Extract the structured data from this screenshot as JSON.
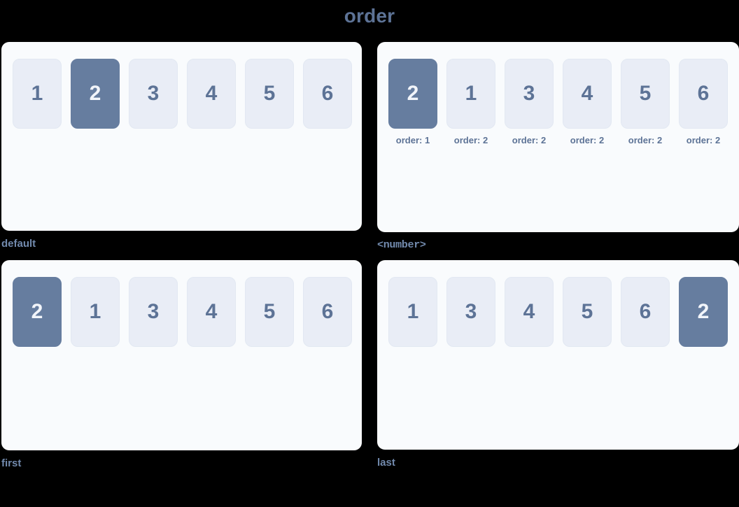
{
  "title": "order",
  "panels": [
    {
      "caption": "default",
      "caption_style": "plain",
      "position": "top-left",
      "show_order_labels": false,
      "items": [
        {
          "label": "1",
          "highlight": false,
          "order_label": ""
        },
        {
          "label": "2",
          "highlight": true,
          "order_label": ""
        },
        {
          "label": "3",
          "highlight": false,
          "order_label": ""
        },
        {
          "label": "4",
          "highlight": false,
          "order_label": ""
        },
        {
          "label": "5",
          "highlight": false,
          "order_label": ""
        },
        {
          "label": "6",
          "highlight": false,
          "order_label": ""
        }
      ]
    },
    {
      "caption": "<number>",
      "caption_style": "mono",
      "position": "top-right",
      "show_order_labels": true,
      "items": [
        {
          "label": "2",
          "highlight": true,
          "order_label": "order: 1"
        },
        {
          "label": "1",
          "highlight": false,
          "order_label": "order: 2"
        },
        {
          "label": "3",
          "highlight": false,
          "order_label": "order: 2"
        },
        {
          "label": "4",
          "highlight": false,
          "order_label": "order: 2"
        },
        {
          "label": "5",
          "highlight": false,
          "order_label": "order: 2"
        },
        {
          "label": "6",
          "highlight": false,
          "order_label": "order: 2"
        }
      ]
    },
    {
      "caption": "first",
      "caption_style": "plain",
      "position": "bottom-left",
      "show_order_labels": false,
      "items": [
        {
          "label": "2",
          "highlight": true,
          "order_label": ""
        },
        {
          "label": "1",
          "highlight": false,
          "order_label": ""
        },
        {
          "label": "3",
          "highlight": false,
          "order_label": ""
        },
        {
          "label": "4",
          "highlight": false,
          "order_label": ""
        },
        {
          "label": "5",
          "highlight": false,
          "order_label": ""
        },
        {
          "label": "6",
          "highlight": false,
          "order_label": ""
        }
      ]
    },
    {
      "caption": "last",
      "caption_style": "plain",
      "position": "bottom-right",
      "show_order_labels": false,
      "items": [
        {
          "label": "1",
          "highlight": false,
          "order_label": ""
        },
        {
          "label": "3",
          "highlight": false,
          "order_label": ""
        },
        {
          "label": "4",
          "highlight": false,
          "order_label": ""
        },
        {
          "label": "5",
          "highlight": false,
          "order_label": ""
        },
        {
          "label": "6",
          "highlight": false,
          "order_label": ""
        },
        {
          "label": "2",
          "highlight": true,
          "order_label": ""
        }
      ]
    }
  ],
  "colors": {
    "page_background": "#000000",
    "panel_background": "#f9fbfd",
    "tile_background": "#e9edf6",
    "tile_border": "#e2e8f2",
    "tile_text": "#5d7396",
    "highlight_background": "#667d9f",
    "highlight_text": "#f2f5fa",
    "title_text": "#5d7396",
    "caption_text": "#728aad"
  }
}
